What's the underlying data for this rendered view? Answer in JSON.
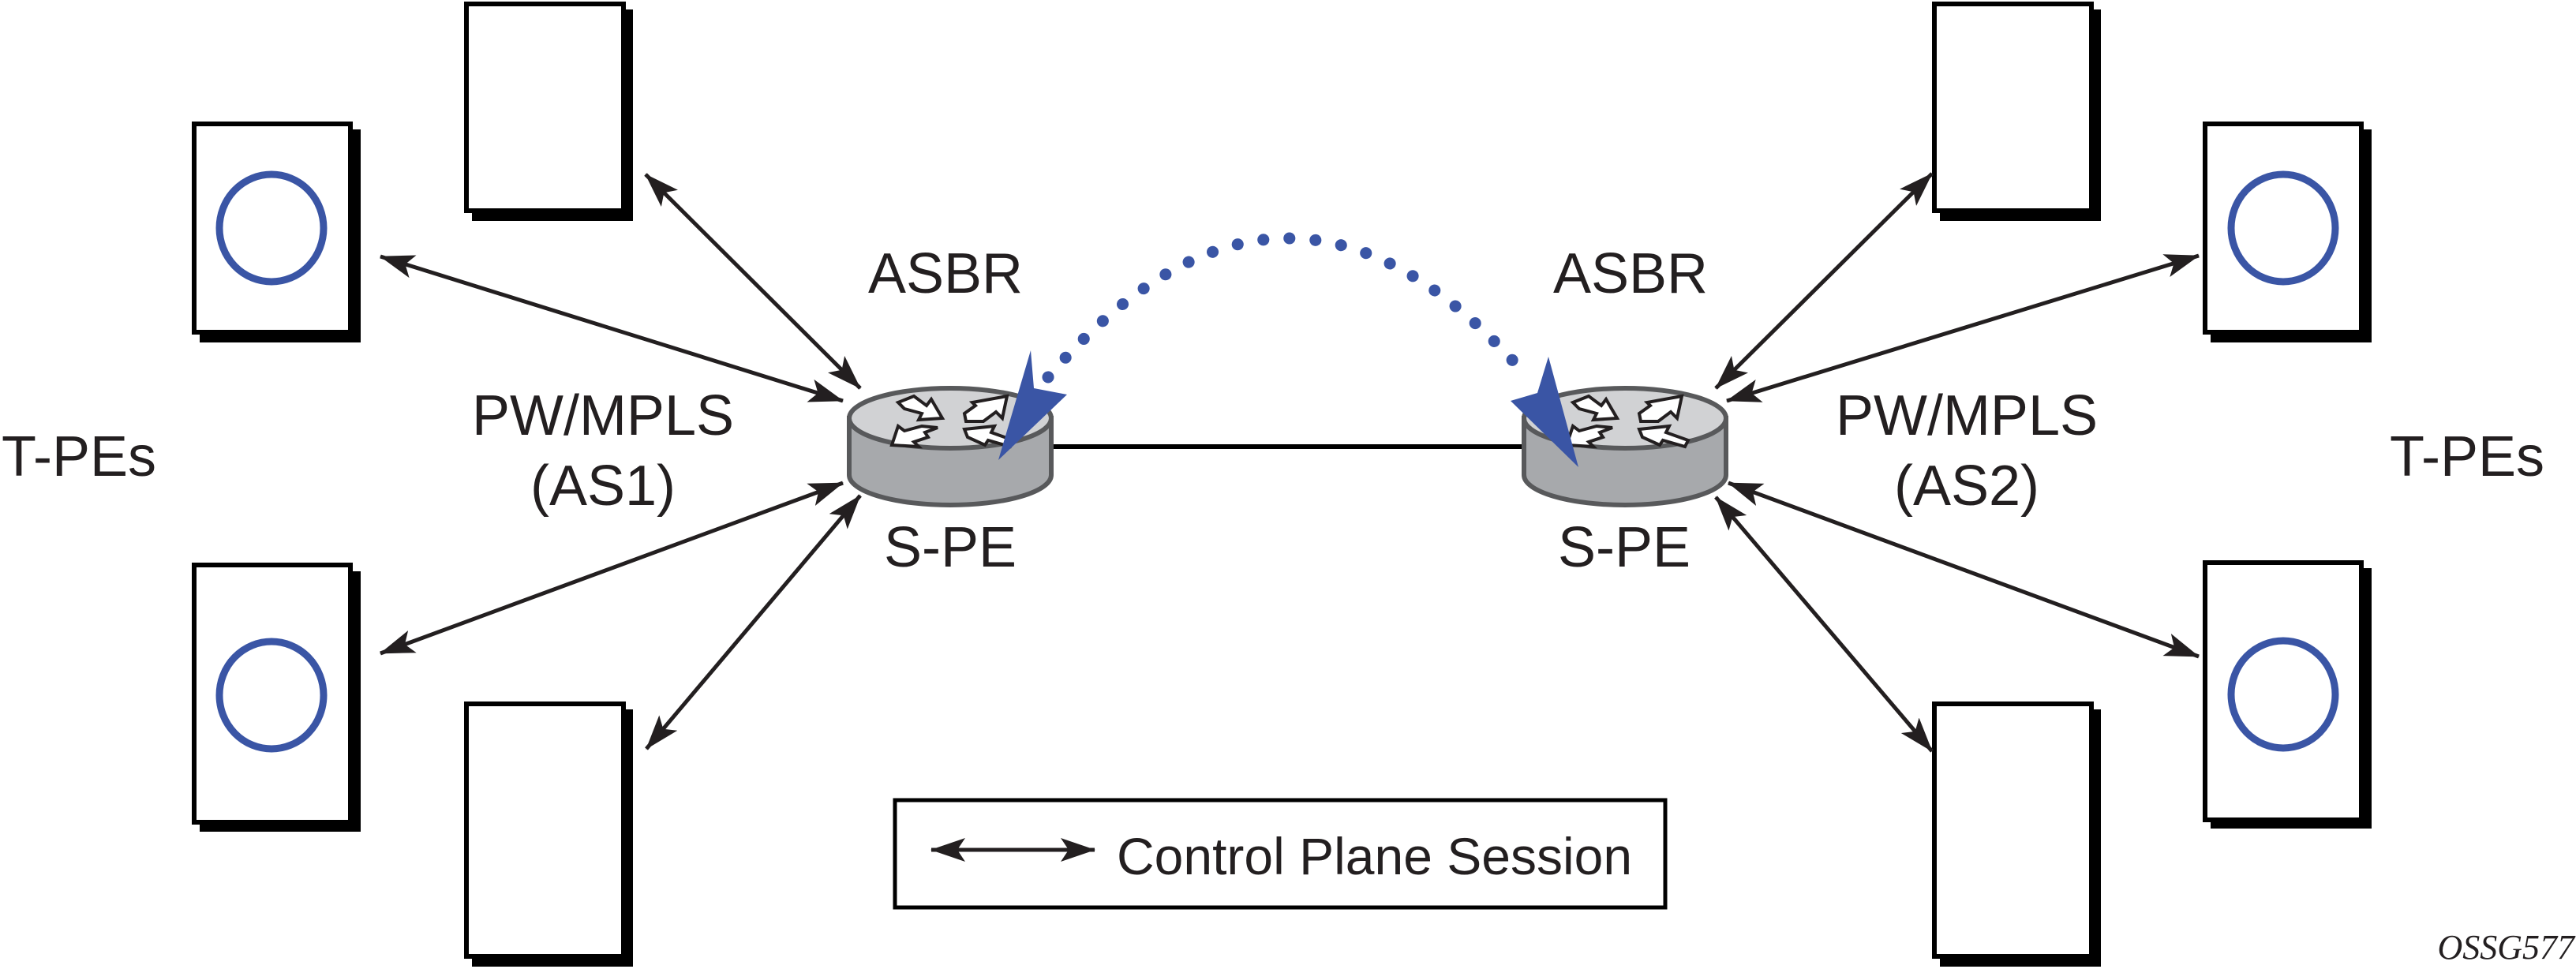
{
  "diagram": {
    "title": "Inter-AS pseudowire control plane sessions",
    "left_group_label": "T-PEs",
    "right_group_label": "T-PEs",
    "left_domain": {
      "line1": "PW/MPLS",
      "line2": "(AS1)"
    },
    "right_domain": {
      "line1": "PW/MPLS",
      "line2": "(AS2)"
    },
    "left_router": {
      "role": "ASBR",
      "name": "S-PE"
    },
    "right_router": {
      "role": "ASBR",
      "name": "S-PE"
    },
    "legend": {
      "label": "Control Plane Session",
      "icon": "double-headed-arrow-icon"
    },
    "figure_id": "OSSG577",
    "colors": {
      "line": "#231f20",
      "accent_blue": "#3a55a5",
      "router_top": "#d1d2d4",
      "router_side": "#a7a9ac",
      "router_edge": "#58595b"
    },
    "nodes": [
      {
        "id": "tpe-left-top-circle",
        "type": "T-PE",
        "has_circle": true
      },
      {
        "id": "tpe-left-top-plain",
        "type": "T-PE",
        "has_circle": false
      },
      {
        "id": "tpe-left-bottom-circle",
        "type": "T-PE",
        "has_circle": true
      },
      {
        "id": "tpe-left-bottom-plain",
        "type": "T-PE",
        "has_circle": false
      },
      {
        "id": "tpe-right-top-plain",
        "type": "T-PE",
        "has_circle": false
      },
      {
        "id": "tpe-right-top-circle",
        "type": "T-PE",
        "has_circle": true
      },
      {
        "id": "tpe-right-bottom-circle",
        "type": "T-PE",
        "has_circle": true
      },
      {
        "id": "tpe-right-bottom-plain",
        "type": "T-PE",
        "has_circle": false
      }
    ],
    "edges": [
      {
        "from": "tpe-left-top-circle",
        "to": "spe-left",
        "kind": "control-plane-session"
      },
      {
        "from": "tpe-left-top-plain",
        "to": "spe-left",
        "kind": "control-plane-session"
      },
      {
        "from": "tpe-left-bottom-circle",
        "to": "spe-left",
        "kind": "control-plane-session"
      },
      {
        "from": "tpe-left-bottom-plain",
        "to": "spe-left",
        "kind": "control-plane-session"
      },
      {
        "from": "tpe-right-top-circle",
        "to": "spe-right",
        "kind": "control-plane-session"
      },
      {
        "from": "tpe-right-top-plain",
        "to": "spe-right",
        "kind": "control-plane-session"
      },
      {
        "from": "tpe-right-bottom-circle",
        "to": "spe-right",
        "kind": "control-plane-session"
      },
      {
        "from": "tpe-right-bottom-plain",
        "to": "spe-right",
        "kind": "control-plane-session"
      },
      {
        "from": "spe-left",
        "to": "spe-right",
        "kind": "physical-link"
      },
      {
        "from": "spe-left",
        "to": "spe-right",
        "kind": "asbr-session-dotted"
      }
    ]
  }
}
